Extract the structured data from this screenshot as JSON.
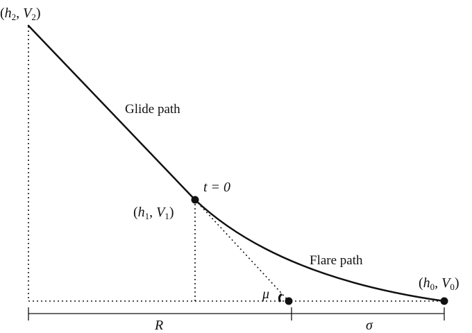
{
  "diagram": {
    "labels": {
      "glide_path": "Glide path",
      "flare_path": "Flare path",
      "t_zero": "t = 0",
      "mu": "μ",
      "R": "R",
      "sigma": "σ"
    },
    "points": {
      "p2": {
        "h": "h",
        "h_sub": "2",
        "V": "V",
        "V_sub": "2"
      },
      "p1": {
        "h": "h",
        "h_sub": "1",
        "V": "V",
        "V_sub": "1"
      },
      "p0": {
        "h": "h",
        "h_sub": "0",
        "V": "V",
        "V_sub": "0"
      }
    },
    "colors": {
      "ink": "#111111",
      "background": "#ffffff"
    }
  }
}
